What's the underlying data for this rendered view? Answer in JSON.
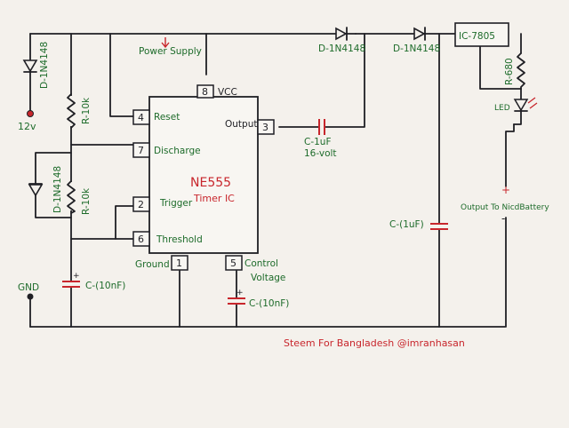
{
  "labels": {
    "power_supply": "Power Supply",
    "vcc": "VCC",
    "reset": "Reset",
    "discharge": "Discharge",
    "trigger": "Trigger",
    "threshold": "Threshold",
    "ground": "Ground",
    "control_voltage": "Control",
    "control_voltage_2": "Voltage",
    "output": "Output",
    "ic_name": "NE555",
    "ic_sub": "Timer IC",
    "supply_12v": "12v",
    "gnd": "GND",
    "diode_left": "D-1N4148",
    "r_top": "R-10k",
    "diode_mid": "D-1N4148",
    "r_mid": "R-10k",
    "cap_timing": "C-(10nF)",
    "cap_control": "C-(10nF)",
    "cap_pump": "C-1uF",
    "cap_pump_v": "16-volt",
    "diode_top1": "D-1N4148",
    "diode_top2": "D-1N4148",
    "regulator": "IC-7805",
    "r_led": "R-680",
    "led": "LED",
    "cap_out": "C-(1uF)",
    "output_note": "Output To NicdBattery",
    "plus_timing": "+",
    "plus_control": "+",
    "plus_out": "+",
    "minus_out": "-",
    "credit": "Steem For Bangladesh @imranhasan"
  },
  "pins": {
    "p1": "1",
    "p2": "2",
    "p3": "3",
    "p4": "4",
    "p5": "5",
    "p6": "6",
    "p7": "7",
    "p8": "8"
  },
  "colors": {
    "ink": "#1f1f24",
    "green": "#1d6b2a",
    "red": "#c8262c",
    "paper": "#f4f1ec"
  }
}
